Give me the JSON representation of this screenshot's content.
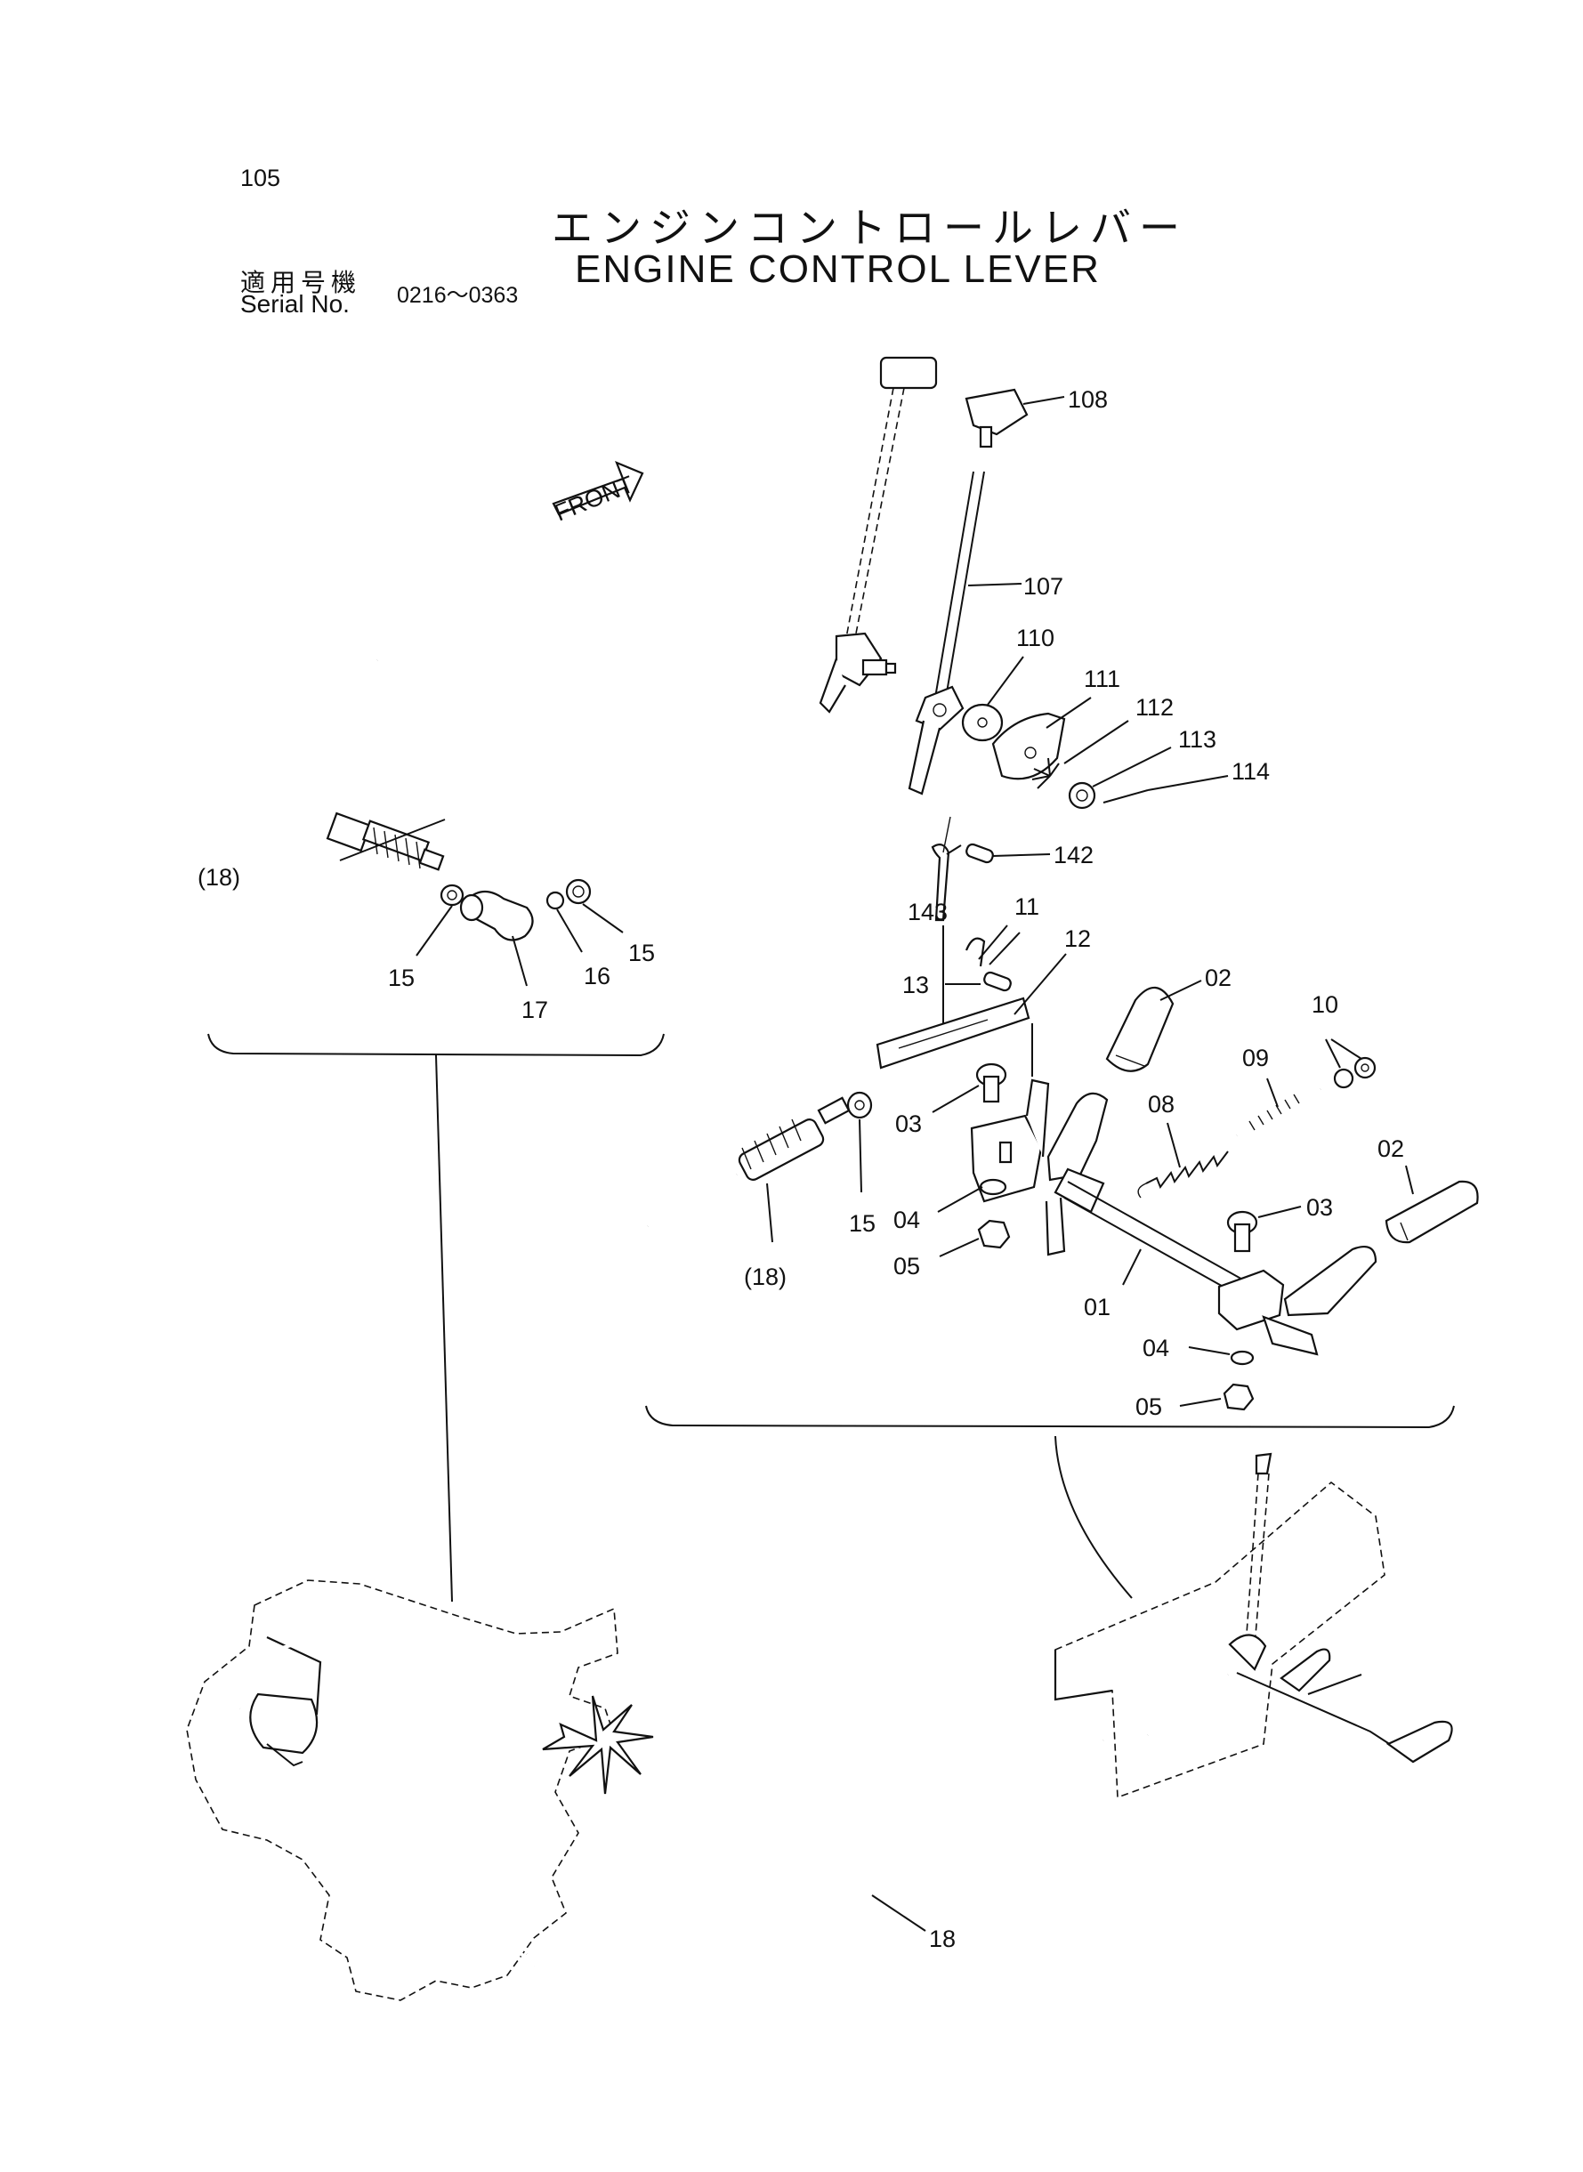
{
  "header": {
    "page_number": "105",
    "title_jp": "エンジンコントロールレバー",
    "title_en": "ENGINE CONTROL LEVER",
    "serial_label_jp": "適用号機",
    "serial_label_en": "Serial No.",
    "serial_range": "0216～0363"
  },
  "front_arrow": {
    "label": "FRONT"
  },
  "callouts": {
    "p108": "108",
    "p107": "107",
    "p110": "110",
    "p111": "111",
    "p112": "112",
    "p113": "113",
    "p114": "114",
    "p142": "142",
    "p143": "143",
    "p11": "11",
    "p12": "12",
    "p13": "13",
    "p02a": "02",
    "p02b": "02",
    "p10": "10",
    "p09": "09",
    "p08": "08",
    "p03a": "03",
    "p03b": "03",
    "p04a": "04",
    "p04b": "04",
    "p05a": "05",
    "p05b": "05",
    "p15r": "15",
    "p01": "01",
    "p18r": "(18)",
    "p18l": "(18)",
    "p15a": "15",
    "p15b": "15",
    "p16": "16",
    "p17": "17",
    "p18main": "18"
  }
}
